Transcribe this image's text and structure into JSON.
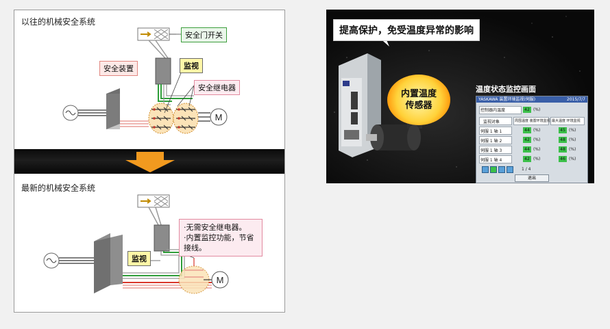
{
  "left": {
    "old_title": "以往的机械安全系统",
    "new_title": "最新的机械安全系统",
    "labels": {
      "door_switch": "安全门开关",
      "safety_device": "安全装置",
      "monitor": "监视",
      "safety_relay": "安全继电器",
      "motor": "M",
      "monitor_new": "监视"
    },
    "note_lines": [
      "·无需安全继电器。",
      "·内置监控功能，节省",
      "接线。"
    ]
  },
  "right": {
    "headline": "提高保护，免受温度异常的影响",
    "sensor_label": "内置温度传感器",
    "monitor_title": "温度状态监控画面",
    "screen": {
      "brand": "YASKAWA",
      "header_title": "装置环境监视(伺服)",
      "header_date": "2015/7/7",
      "row_label": "控制器内温度",
      "row_value": "42",
      "unit": "(%)",
      "col_target": "监视对象",
      "col_current": "周围温度 装置环境监视",
      "col_max": "最大温度 环境监视",
      "axes": [
        {
          "name": "伺服 1 轴 1",
          "current": "44",
          "max": "45"
        },
        {
          "name": "伺服 1 轴 2",
          "current": "42",
          "max": "48"
        },
        {
          "name": "伺服 1 轴 3",
          "current": "44",
          "max": "48"
        },
        {
          "name": "伺服 1 轴 4",
          "current": "42",
          "max": "46"
        }
      ],
      "page": "1 / 4",
      "exit_label": "退出"
    }
  },
  "colors": {
    "wire_green": "#2f9e3a",
    "wire_red": "#d9362b",
    "arrow_orange": "#f29a1f",
    "indicator_green": "#3cc04a"
  }
}
